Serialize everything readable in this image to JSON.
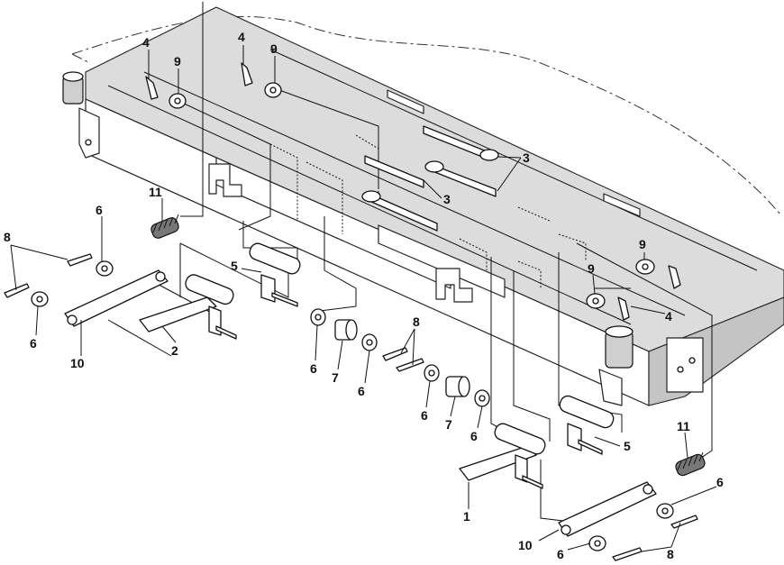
{
  "callouts": {
    "c4a": "4",
    "c9a": "9",
    "c4b": "4",
    "c9b": "9",
    "c3a": "3",
    "c3b": "3",
    "c11a": "11",
    "c6a": "6",
    "c8a": "8",
    "c5a": "5",
    "c6b": "6",
    "c10a": "10",
    "c2": "2",
    "c8b": "8",
    "c6c": "6",
    "c7a": "7",
    "c6d": "6",
    "c6e": "6",
    "c7b": "7",
    "c6f": "6",
    "c9c": "9",
    "c9d": "9",
    "c4c": "4",
    "c5b": "5",
    "c11b": "11",
    "c1": "1",
    "c6g": "6",
    "c10b": "10",
    "c6h": "6",
    "c8c": "8"
  },
  "colors": {
    "line": "#111111",
    "frame_top": "#dcdcdc",
    "frame_side": "#c4c4c4",
    "metal": "#777777"
  }
}
